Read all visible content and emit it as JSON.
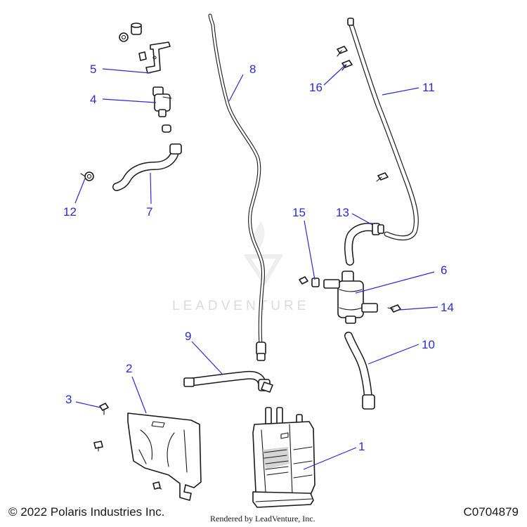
{
  "callouts": [
    {
      "number": "1",
      "part": "canister"
    },
    {
      "number": "2",
      "part": "bracket"
    },
    {
      "number": "3",
      "part": "push-rivet"
    },
    {
      "number": "4",
      "part": "valve"
    },
    {
      "number": "5",
      "part": "bracket"
    },
    {
      "number": "6",
      "part": "filter"
    },
    {
      "number": "7",
      "part": "hose"
    },
    {
      "number": "8",
      "part": "vent-line"
    },
    {
      "number": "9",
      "part": "vent-line"
    },
    {
      "number": "10",
      "part": "hose"
    },
    {
      "number": "11",
      "part": "vent-line"
    },
    {
      "number": "12",
      "part": "clamp"
    },
    {
      "number": "13",
      "part": "clamp"
    },
    {
      "number": "14",
      "part": "push-rivet"
    },
    {
      "number": "15",
      "part": "clip"
    },
    {
      "number": "16",
      "part": "push-rivet"
    }
  ],
  "watermark": {
    "text": "LEADVENTURE"
  },
  "footer": {
    "copyright": "© 2022 Polaris Industries Inc.",
    "rendered_by": "Rendered by LeadVenture, Inc.",
    "drawing_code": "C0704879"
  },
  "colors": {
    "callout": "#2a2ad8",
    "linework": "#1a1a1a",
    "watermark": "#dcdcdc",
    "background": "#ffffff"
  }
}
